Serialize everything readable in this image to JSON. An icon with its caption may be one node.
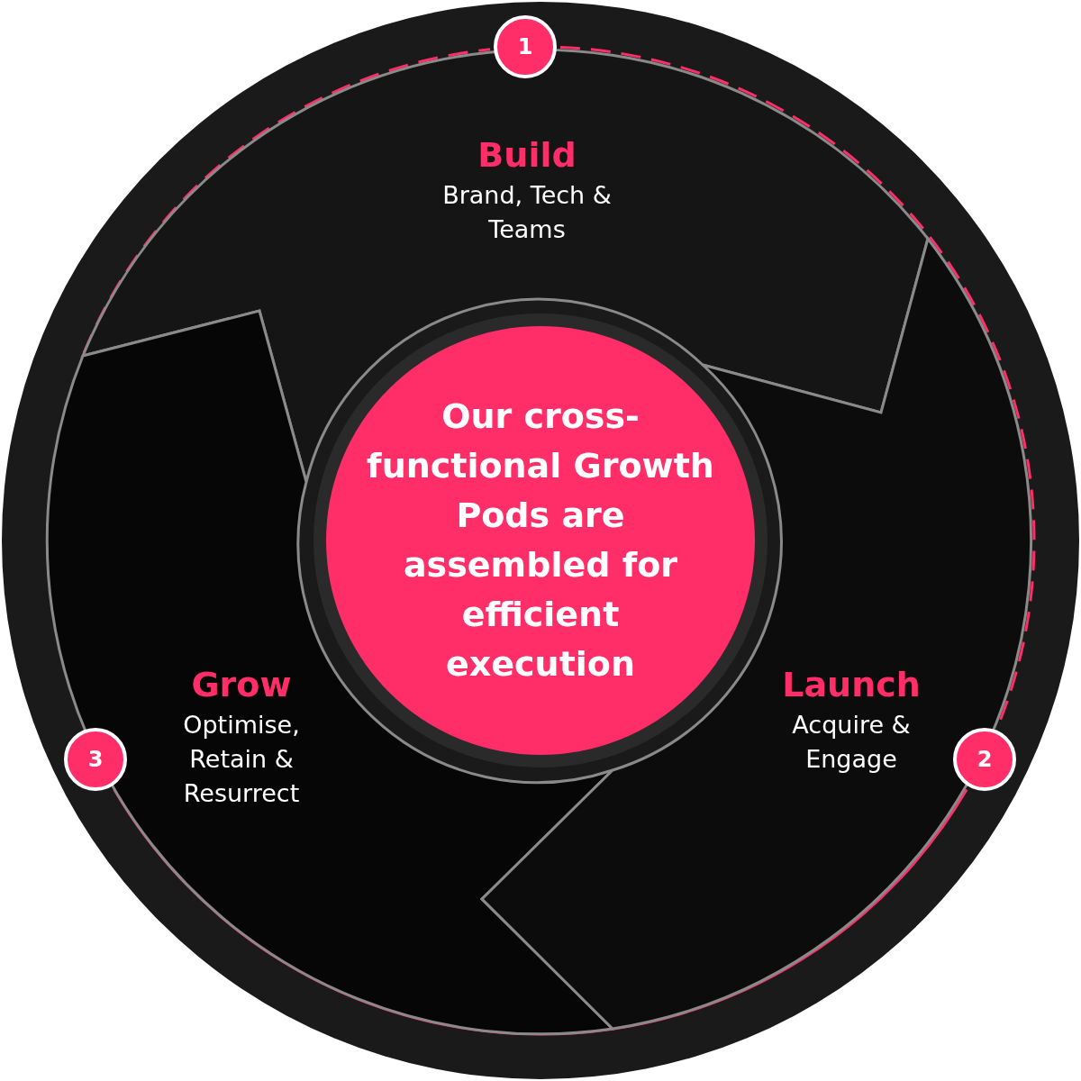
{
  "diagram": {
    "nodes": [
      {
        "text": [
          "1"
        ]
      },
      {
        "text": [
          "Build",
          "Brand, Tech & Teams"
        ]
      },
      {
        "text": [
          "Our cross-functional Growth Pods are assembled for efficient execution"
        ]
      },
      {
        "text": [
          "Grow",
          "Optimise, Retain & Resurrect"
        ]
      },
      {
        "text": [
          "Launch",
          "Acquire & Engage"
        ]
      },
      {
        "text": [
          "3"
        ]
      },
      {
        "text": [
          "2"
        ]
      }
    ],
    "edges": [
      {
        "from": 0,
        "to": 6,
        "arrow": "none",
        "style": "dashed"
      },
      {
        "from": 6,
        "to": 5,
        "arrow": "none"
      },
      {
        "from": 1,
        "to": 0,
        "arrow": "none",
        "style": "dashed"
      }
    ]
  }
}
